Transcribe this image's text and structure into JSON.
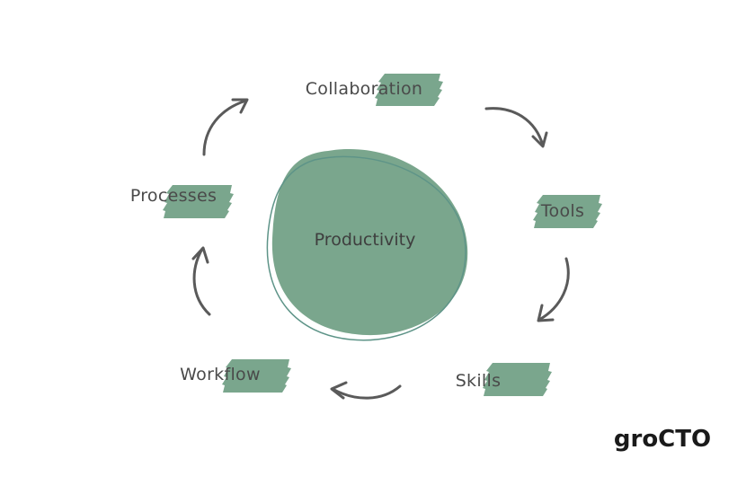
{
  "diagram": {
    "center": "Productivity",
    "nodes": [
      {
        "id": "collaboration",
        "label": "Collaboration"
      },
      {
        "id": "tools",
        "label": "Tools"
      },
      {
        "id": "skills",
        "label": "Skills"
      },
      {
        "id": "workflow",
        "label": "Workflow"
      },
      {
        "id": "processes",
        "label": "Processes"
      }
    ],
    "flow": "clockwise",
    "colors": {
      "accent": "#7aa68d",
      "outline": "#5e9488",
      "arrow": "#5a5a5a",
      "text": "#4a4a4a"
    }
  },
  "brand": {
    "logo_text": "groCTO"
  }
}
